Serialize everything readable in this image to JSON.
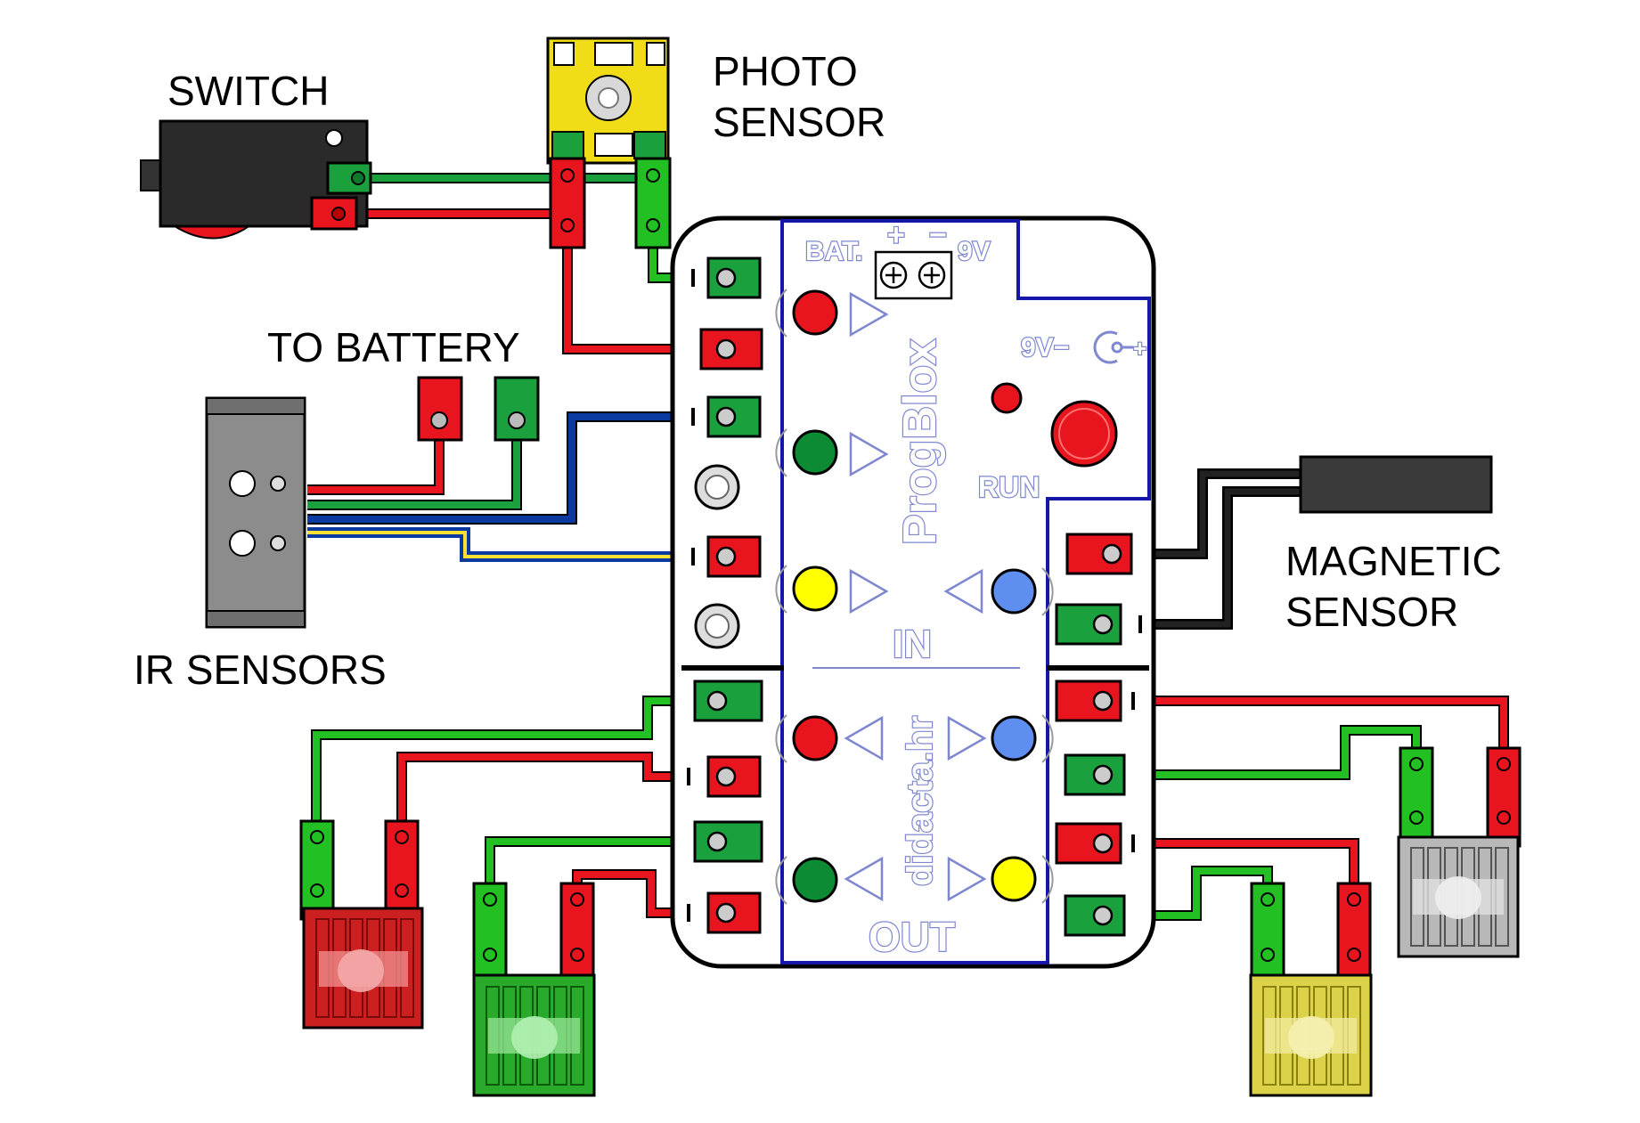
{
  "labels": {
    "switch": "SWITCH",
    "photo_line1": "PHOTO",
    "photo_line2": "SENSOR",
    "to_battery": "TO BATTERY",
    "ir_sensors": "IR SENSORS",
    "magnetic_line1": "MAGNETIC",
    "magnetic_line2": "SENSOR"
  },
  "board": {
    "name": "ProgBlox",
    "website": "didacta.hr",
    "bat": "BAT.",
    "plus": "+",
    "minus": "−",
    "volt": "9V",
    "dc_jack": "9V−",
    "dc_plus": "+",
    "run": "RUN",
    "in": "IN",
    "out": "OUT"
  },
  "colors": {
    "red": "#e8141e",
    "green": "#0c8a34",
    "light_green": "#22c022",
    "blue": "#0a3aa0",
    "black": "#000000",
    "yellow_led": "#ffff00",
    "blue_led": "#5e8ef0",
    "board_outline": "#1616a8"
  }
}
